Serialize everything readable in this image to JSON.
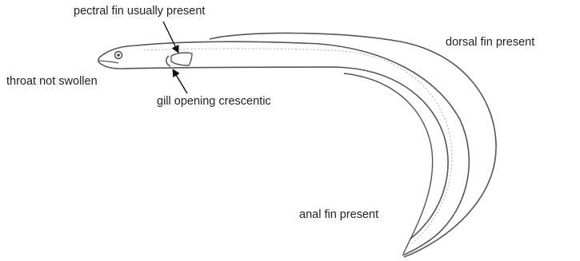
{
  "labels": {
    "pectoral_fin": "pectral fin usually present",
    "dorsal_fin": "dorsal fin present",
    "throat": "throat not swollen",
    "gill_opening": "gill opening crescentic",
    "anal_fin": "anal fin present"
  },
  "colors": {
    "outline": "#555555",
    "body_fill": "#ffffff",
    "lateral_line": "#bbbbbb",
    "label_text": "#222222",
    "pointer": "#111111"
  }
}
